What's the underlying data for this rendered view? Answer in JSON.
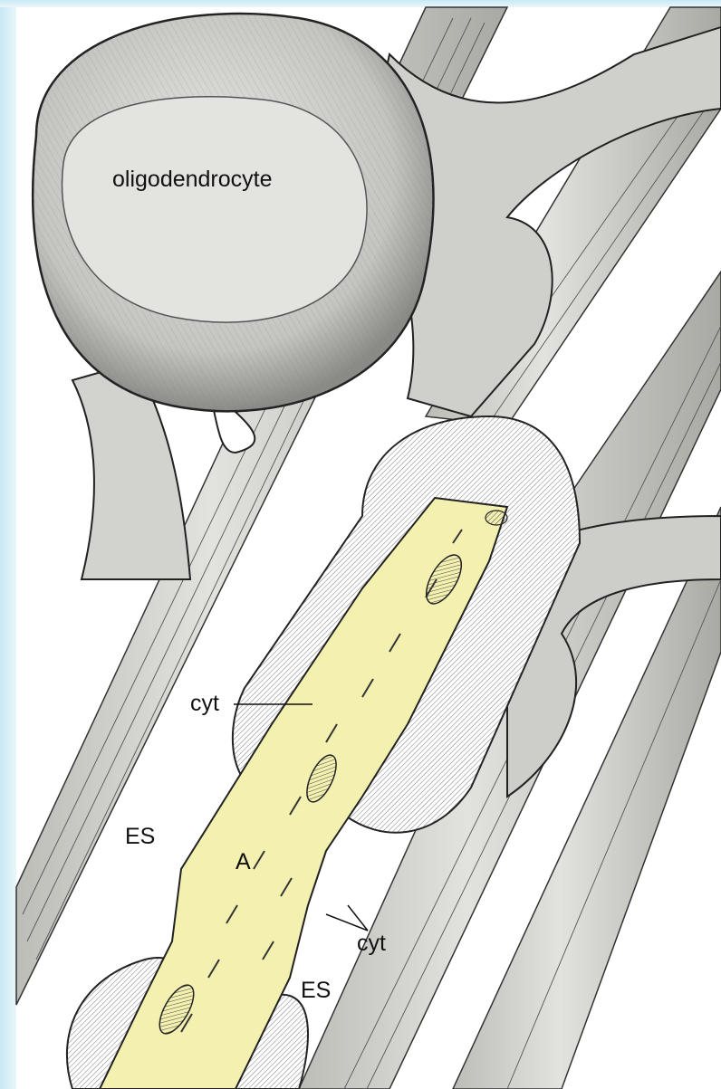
{
  "labels": {
    "oligodendrocyte": "oligodendrocyte",
    "cyt_upper": "cyt",
    "es_left": "ES",
    "axon": "A",
    "cyt_lower": "cyt",
    "es_right": "ES"
  },
  "colors": {
    "axoplasm": "#f3f0b0",
    "cell_body": "#d9d9d6",
    "process": "#cfcfcb",
    "line": "#222222",
    "background": "#eaf6fb"
  }
}
